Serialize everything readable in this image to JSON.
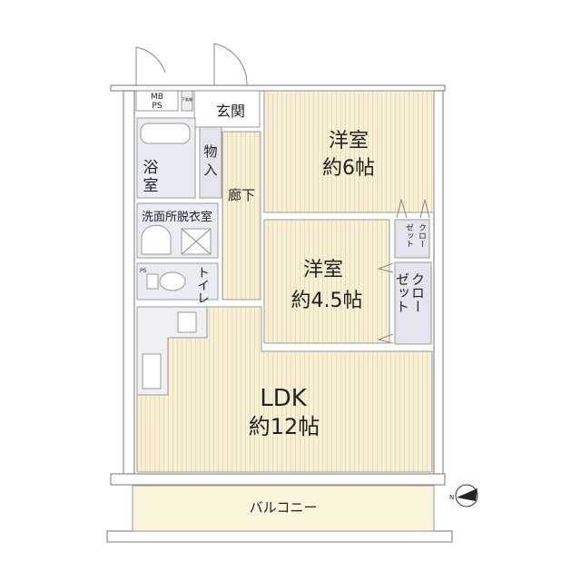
{
  "colors": {
    "floor_wood": "#f7efd6",
    "floor_stripe": "#eadbb3",
    "wet_area": "#e9edf3",
    "closet": "#e4e4ef",
    "balcony": "#fbf5dc",
    "wall": "#8c8c8c"
  },
  "rooms": {
    "mbps": {
      "line1": "MB",
      "line2": "PS"
    },
    "shoe_box": "下駄箱",
    "entrance": "玄関",
    "western1": {
      "name": "洋室",
      "size": "約6帖"
    },
    "western2": {
      "name": "洋室",
      "size": "約4.5帖"
    },
    "closet_small": {
      "col1": "クロー",
      "col2": "ゼット"
    },
    "closet_large": {
      "col1": "クロー",
      "col2": "ゼット"
    },
    "bath": {
      "c1": "浴",
      "c2": "室"
    },
    "storage": {
      "c1": "物",
      "c2": "入"
    },
    "hallway": "廊下",
    "washroom": "洗面所脱衣室",
    "ps": "PS",
    "toilet": "トイレ",
    "ldk": {
      "name": "LDK",
      "size": "約12帖"
    },
    "balcony": "バルコニー"
  },
  "compass": {
    "icon": "north-arrow-icon",
    "label": "N"
  }
}
